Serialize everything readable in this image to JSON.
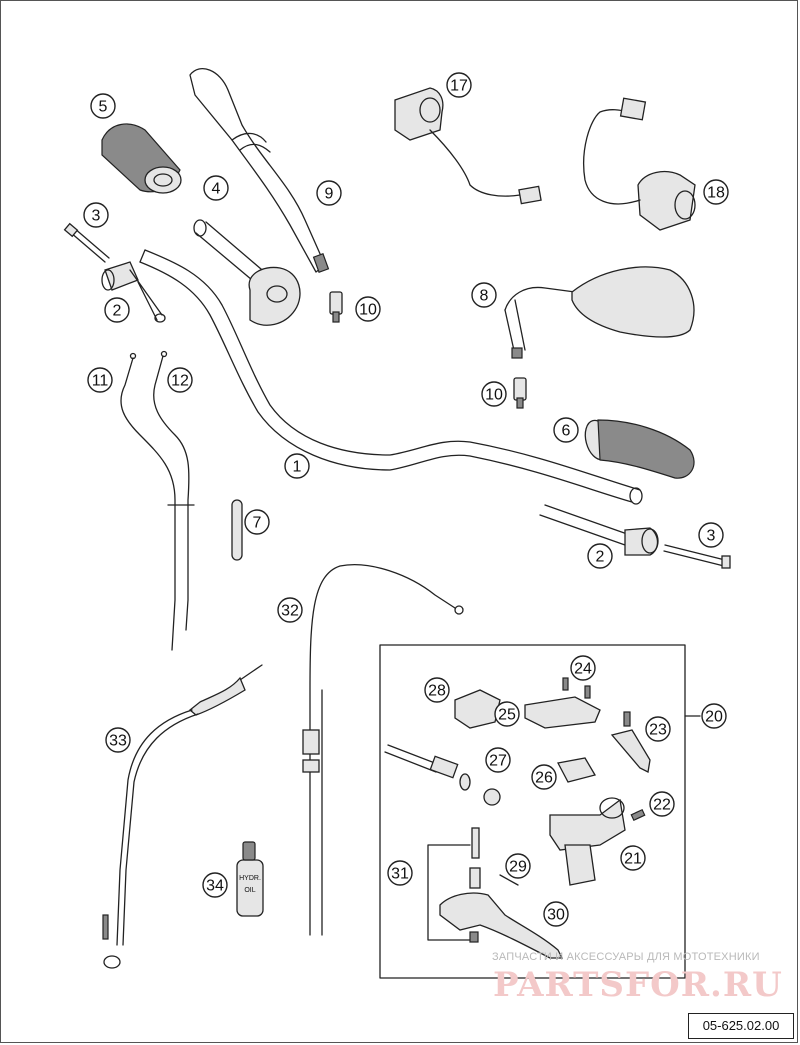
{
  "callouts": [
    "1",
    "2",
    "3",
    "4",
    "5",
    "6",
    "7",
    "8",
    "9",
    "10",
    "11",
    "12",
    "17",
    "18",
    "20",
    "21",
    "22",
    "23",
    "24",
    "25",
    "26",
    "27",
    "28",
    "29",
    "30",
    "31",
    "32",
    "33",
    "34"
  ],
  "bottle_label": {
    "line1": "HYDR.",
    "line2": "OIL"
  },
  "watermark": {
    "text": "ЗАПЧАСТИ И АКСЕССУАРЫ ДЛЯ МОТОТЕХНИКИ",
    "logo": "PARTSFOR.RU"
  },
  "diagram_code": "05-625.02.00"
}
